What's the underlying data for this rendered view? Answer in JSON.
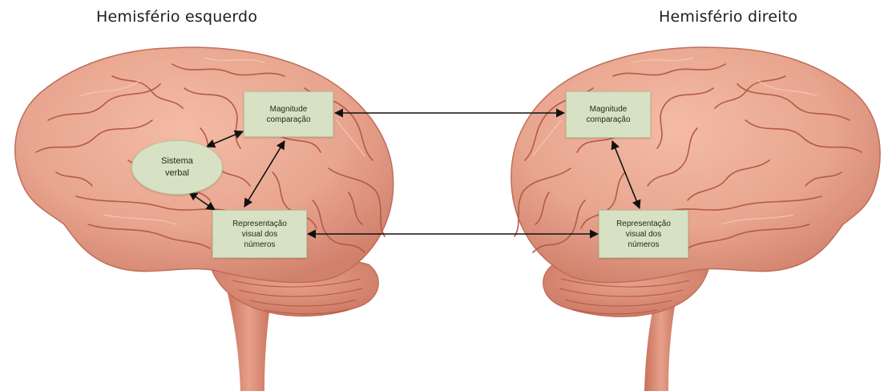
{
  "titles": {
    "left": "Hemisfério esquerdo",
    "right": "Hemisfério direito"
  },
  "left_hemisphere": {
    "magnitude": [
      "Magnitude",
      "comparação"
    ],
    "verbal": [
      "Sistema",
      "verbal"
    ],
    "visual": [
      "Representação",
      "visual dos",
      "números"
    ]
  },
  "right_hemisphere": {
    "magnitude": [
      "Magnitude",
      "comparação"
    ],
    "visual": [
      "Representação",
      "visual dos",
      "números"
    ]
  },
  "colors": {
    "background": "#ffffff",
    "brain_fill": "#e8a58f",
    "brain_sulci": "#b9604c",
    "brain_highlight": "#f6c6b3",
    "cerebellum": "#d98c76",
    "node_fill": "#d6e2c3",
    "node_border": "#b9c9a2",
    "arrow": "#111111"
  }
}
